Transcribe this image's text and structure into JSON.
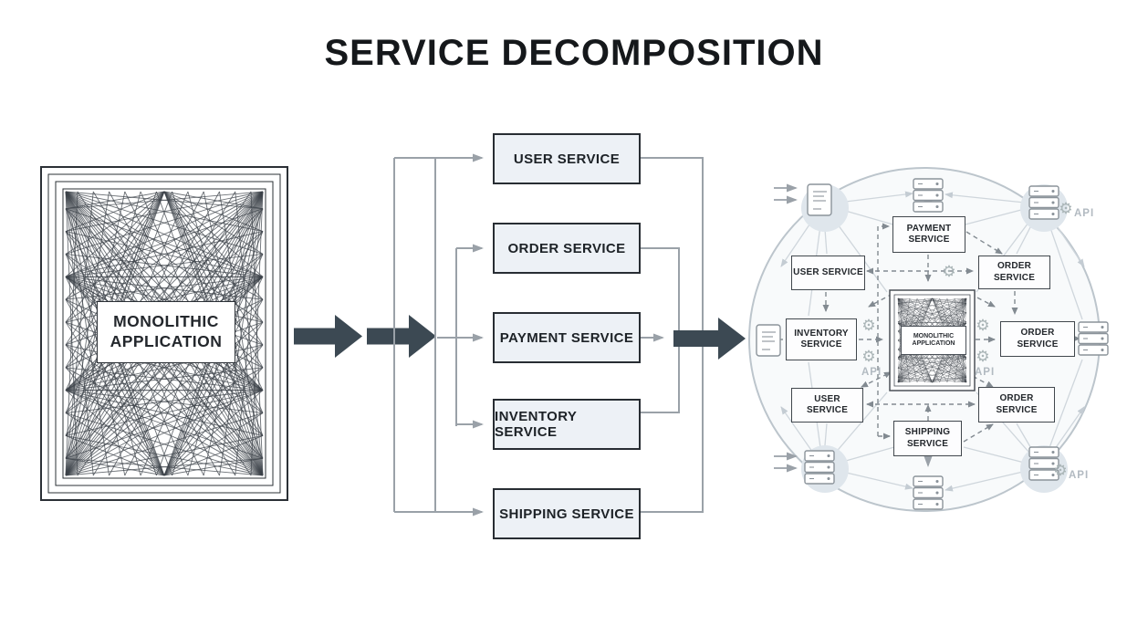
{
  "title": "SERVICE DECOMPOSITION",
  "monolith": {
    "label": "MONOLITHIC APPLICATION"
  },
  "pipeline": {
    "services": [
      {
        "label": "USER SERVICE"
      },
      {
        "label": "ORDER SERVICE"
      },
      {
        "label": "PAYMENT SERVICE"
      },
      {
        "label": "INVENTORY SERVICE"
      },
      {
        "label": "SHIPPING SERVICE"
      }
    ]
  },
  "microservices": {
    "center": {
      "label": "MONOLITHIC APPLICATION"
    },
    "nodes": [
      {
        "id": "payment",
        "label": "PAYMENT SERVICE"
      },
      {
        "id": "user-upper",
        "label": "USER SERVICE"
      },
      {
        "id": "order-upper",
        "label": "ORDER SERVICE"
      },
      {
        "id": "inventory",
        "label": "INVENTORY SERVICE"
      },
      {
        "id": "order-right",
        "label": "ORDER SERVICE"
      },
      {
        "id": "user-lower",
        "label": "USER SERVICE"
      },
      {
        "id": "order-lower",
        "label": "ORDER SERVICE"
      },
      {
        "id": "shipping",
        "label": "SHIPPING SERVICE"
      }
    ],
    "api_label": "API"
  },
  "colors": {
    "arrow_dark": "#3c4953",
    "service_box_fill": "#edf1f6",
    "connector_gray": "#9aa1a8",
    "mesh_light": "#cfd6dc",
    "dashed_gray": "#828a91"
  }
}
